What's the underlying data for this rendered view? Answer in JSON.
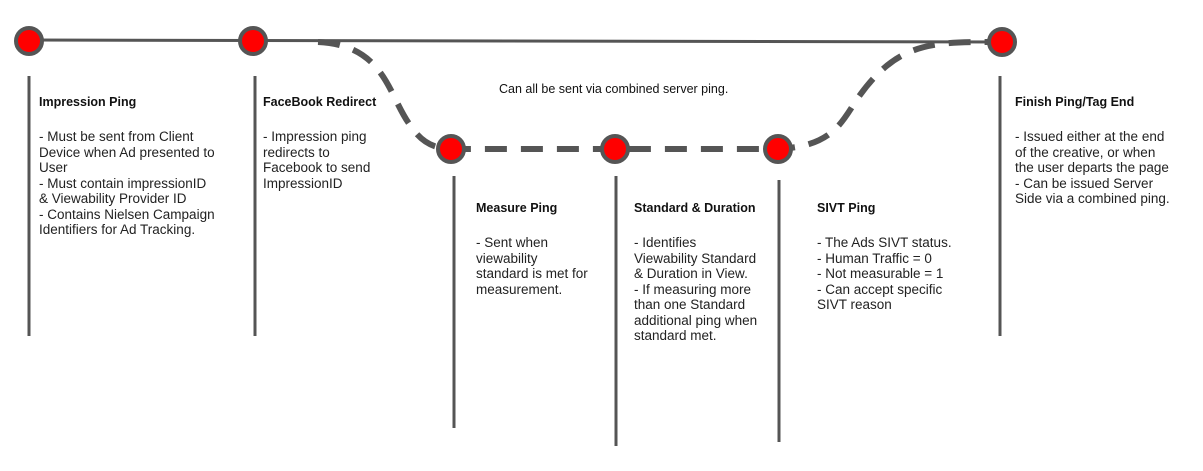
{
  "note": "Can all be sent via combined server ping.",
  "steps": [
    {
      "title": "Impression Ping",
      "lines": [
        "- Must be sent from Client",
        "Device when Ad presented to",
        "User",
        "- Must contain impressionID",
        "& Viewability Provider ID",
        "- Contains Nielsen Campaign",
        "Identifiers for Ad Tracking."
      ]
    },
    {
      "title": "FaceBook Redirect",
      "lines": [
        "- Impression ping",
        "redirects to",
        "Facebook to send",
        "ImpressionID"
      ]
    },
    {
      "title": "Measure Ping",
      "lines": [
        "- Sent when",
        "viewability",
        "standard is met for",
        "measurement."
      ]
    },
    {
      "title": "Standard & Duration",
      "lines": [
        "- Identifies",
        "Viewability Standard",
        "& Duration in View.",
        "- If measuring more",
        "than one Standard",
        "additional ping when",
        "standard met."
      ]
    },
    {
      "title": "SIVT Ping",
      "lines": [
        "- The Ads SIVT status.",
        "- Human Traffic = 0",
        "- Not measurable = 1",
        "- Can accept specific",
        "SIVT reason"
      ]
    },
    {
      "title": "Finish Ping/Tag End",
      "lines": [
        "- Issued either at the end",
        "of the creative, or when",
        "the user departs the page",
        "- Can be issued Server",
        "Side via a combined ping."
      ]
    }
  ],
  "colors": {
    "node_fill": "#ff0000",
    "node_stroke": "#555555",
    "line": "#555555"
  }
}
